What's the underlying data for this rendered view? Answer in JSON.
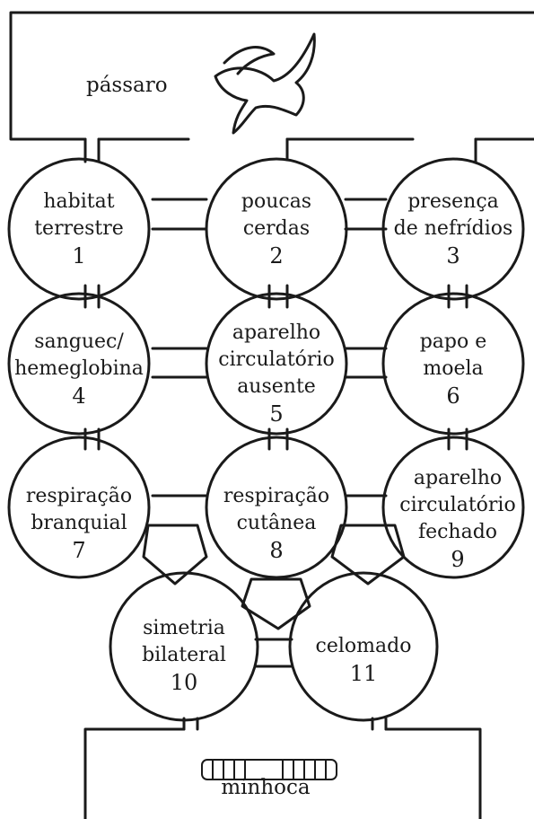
{
  "top_room": {
    "label": "pássaro",
    "icon": "dove-icon"
  },
  "bottom_room": {
    "label": "minhoca",
    "icon": "earthworm-icon"
  },
  "cells": [
    {
      "lines": [
        "habitat",
        "terrestre"
      ],
      "number": "1"
    },
    {
      "lines": [
        "poucas",
        "cerdas"
      ],
      "number": "2"
    },
    {
      "lines": [
        "presença",
        "de nefrídios"
      ],
      "number": "3"
    },
    {
      "lines": [
        "sanguec/",
        "hemeglobina"
      ],
      "number": "4"
    },
    {
      "lines": [
        "aparelho",
        "circulatório",
        "ausente"
      ],
      "number": "5"
    },
    {
      "lines": [
        "papo e",
        "moela"
      ],
      "number": "6"
    },
    {
      "lines": [
        "respiração",
        "branquial"
      ],
      "number": "7"
    },
    {
      "lines": [
        "respiração",
        "cutânea"
      ],
      "number": "8"
    },
    {
      "lines": [
        "aparelho",
        "circulatório",
        "fechado"
      ],
      "number": "9"
    },
    {
      "lines": [
        "simetria",
        "bilateral"
      ],
      "number": "10"
    },
    {
      "lines": [
        "celomado"
      ],
      "number": "11"
    }
  ],
  "colors": {
    "stroke": "#1a1a1a",
    "background": "#ffffff"
  }
}
